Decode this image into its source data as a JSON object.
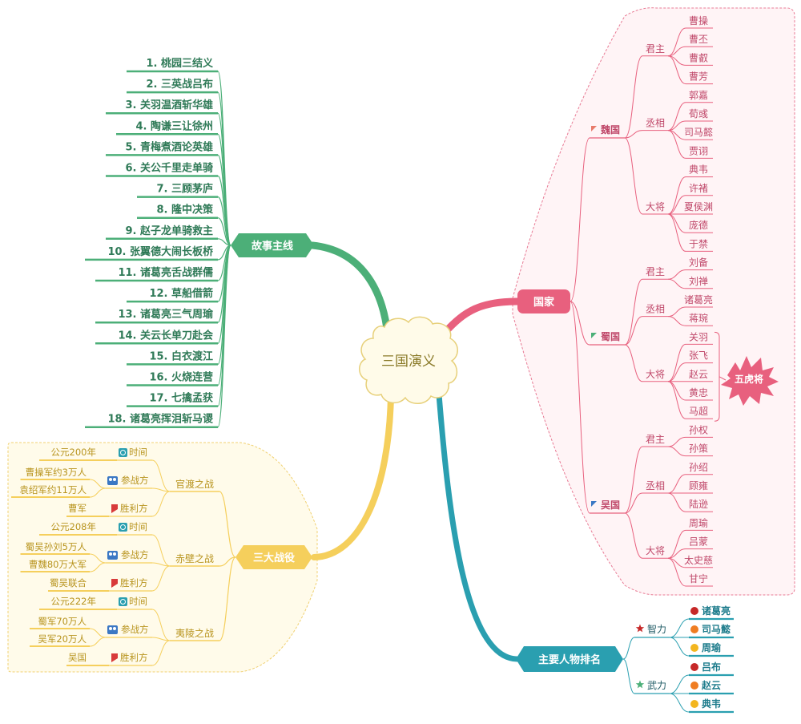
{
  "center": {
    "label": "三国演义"
  },
  "story": {
    "label": "故事主线",
    "items": [
      "1. 桃园三结义",
      "2. 三英战吕布",
      "3. 关羽温酒斩华雄",
      "4. 陶谦三让徐州",
      "5. 青梅煮酒论英雄",
      "6. 关公千里走单骑",
      "7. 三顾茅庐",
      "8. 隆中决策",
      "9. 赵子龙单骑救主",
      "10. 张翼德大闹长板桥",
      "11. 诸葛亮舌战群儒",
      "12. 草船借箭",
      "13. 诸葛亮三气周瑜",
      "14. 关云长单刀赴会",
      "15. 白衣渡江",
      "16. 火烧连营",
      "17. 七擒孟获",
      "18. 诸葛亮挥泪斩马谡"
    ]
  },
  "battles": {
    "label": "三大战役",
    "cat_labels": {
      "time": "时间",
      "sides": "参战方",
      "winner": "胜利方"
    },
    "items": [
      {
        "name": "官渡之战",
        "time": "公元200年",
        "sides": [
          "曹操军约3万人",
          "袁绍军约11万人"
        ],
        "winner": "曹军"
      },
      {
        "name": "赤壁之战",
        "time": "公元208年",
        "sides": [
          "蜀吴孙刘5万人",
          "曹魏80万大军"
        ],
        "winner": "蜀吴联合"
      },
      {
        "name": "夷陵之战",
        "time": "公元222年",
        "sides": [
          "蜀军70万人",
          "吴军20万人"
        ],
        "winner": "吴国"
      }
    ]
  },
  "countries": {
    "label": "国家",
    "tiger_label": "五虎将",
    "items": [
      {
        "name": "魏国",
        "roles": [
          {
            "role": "君主",
            "people": [
              "曹操",
              "曹丕",
              "曹叡",
              "曹芳"
            ]
          },
          {
            "role": "丞相",
            "people": [
              "郭嘉",
              "荀彧",
              "司马懿",
              "贾诩"
            ]
          },
          {
            "role": "大将",
            "people": [
              "典韦",
              "许褚",
              "夏侯渊",
              "庞德",
              "于禁"
            ]
          }
        ]
      },
      {
        "name": "蜀国",
        "roles": [
          {
            "role": "君主",
            "people": [
              "刘备",
              "刘禅"
            ]
          },
          {
            "role": "丞相",
            "people": [
              "诸葛亮",
              "蒋琬"
            ]
          },
          {
            "role": "大将",
            "people": [
              "关羽",
              "张飞",
              "赵云",
              "黄忠",
              "马超"
            ]
          }
        ]
      },
      {
        "name": "吴国",
        "roles": [
          {
            "role": "君主",
            "people": [
              "孙权",
              "孙策"
            ]
          },
          {
            "role": "丞相",
            "people": [
              "孙绍",
              "顾雍",
              "陆逊"
            ]
          },
          {
            "role": "大将",
            "people": [
              "周瑜",
              "吕蒙",
              "太史慈",
              "甘宁"
            ]
          }
        ]
      }
    ]
  },
  "ranking": {
    "label": "主要人物排名",
    "groups": [
      {
        "name": "智力",
        "people": [
          "诸葛亮",
          "司马懿",
          "周瑜"
        ]
      },
      {
        "name": "武力",
        "people": [
          "吕布",
          "赵云",
          "典韦"
        ]
      }
    ]
  },
  "colors": {
    "story": "#4caf78",
    "story_text": "#2f7a57",
    "battle": "#f5cf5c",
    "battle_text": "#b8941e",
    "country": "#e8607e",
    "country_text": "#c0486a",
    "rank": "#2a9fb0",
    "rank_text": "#1e7c8c",
    "rank1": "#c62828",
    "rank2": "#ef7d22",
    "rank3": "#f3b61f"
  }
}
